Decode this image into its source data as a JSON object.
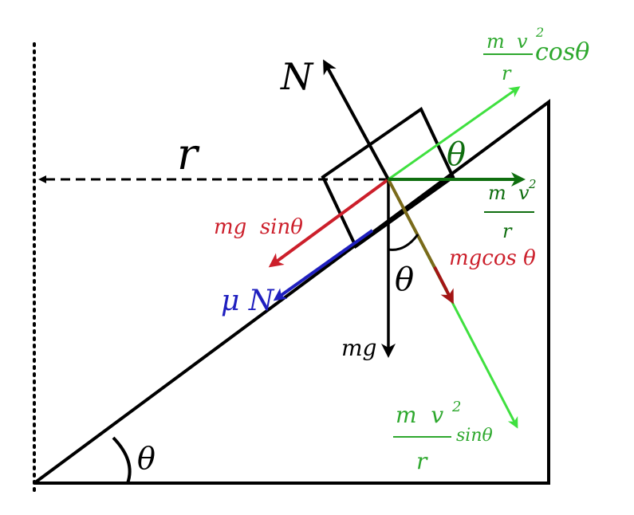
{
  "colors": {
    "black": "#000000",
    "red": "#cc1f2b",
    "dark_red": "#a31515",
    "blue": "#1f1fbf",
    "green": "#2ea82e",
    "light_green": "#3fe03f",
    "dark_green": "#0f6e0f",
    "olive": "#7a6a1a"
  },
  "labels": {
    "normal": "N",
    "radius": "r",
    "theta_top": "θ",
    "theta_mid": "θ",
    "theta_base": "θ",
    "mg_sin": "mg  sinθ",
    "mu_n": "μ N",
    "mg": "mg",
    "mg_cos": "mgcos θ",
    "cent_cos_num": "m  v",
    "cent_cos_sup": "2",
    "cent_cos_den": "r",
    "cent_cos_tail": "cosθ",
    "cent_num": "m  v",
    "cent_sup": "2",
    "cent_den": "r",
    "cent_sin_num": "m  v",
    "cent_sin_sup": "2",
    "cent_sin_den": "r",
    "cent_sin_tail": "sinθ"
  }
}
